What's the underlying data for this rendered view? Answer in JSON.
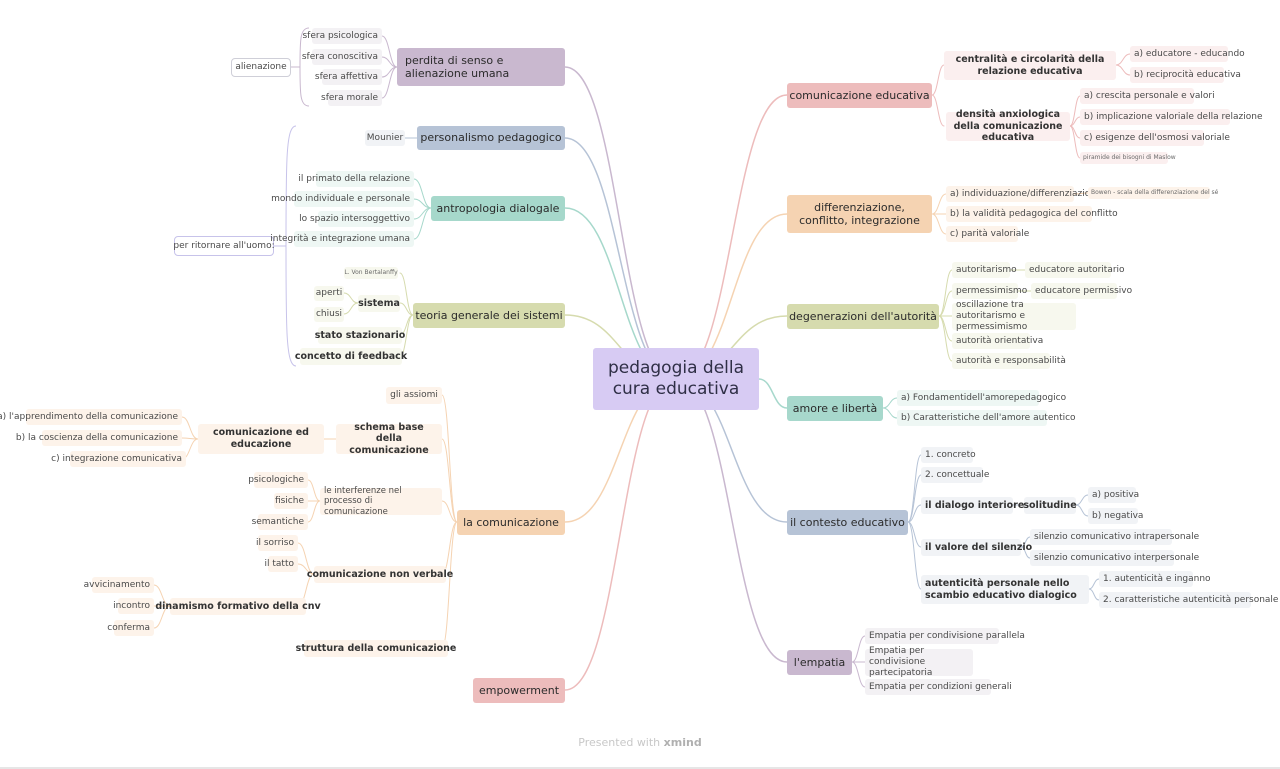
{
  "root": {
    "label": "pedagogia della\ncura educativa"
  },
  "colors": {
    "purple": "#c9b8cf",
    "slate": "#b6c3d6",
    "teal": "#a6d8cb",
    "olive": "#d6dbae",
    "orange": "#f5d3b2",
    "rose": "#edbcbc",
    "mint": "#a7d8cc"
  },
  "left": {
    "perdita": {
      "label": "perdita di senso e alienazione umana",
      "items": [
        "sfera psicologica",
        "sfera conoscitiva",
        "sfera affettiva",
        "sfera morale"
      ],
      "callout": "alienazione"
    },
    "personalismo": {
      "label": "personalismo pedagogico",
      "items": [
        "Mounier"
      ]
    },
    "callout_uomo": "per ritornare all'uomo:",
    "antropologia": {
      "label": "antropologia dialogale",
      "items": [
        "il primato della relazione",
        "mondo individuale e personale",
        "lo spazio intersoggettivo",
        "integrità e integrazione umana"
      ]
    },
    "teoria": {
      "label": "teoria generale dei sistemi",
      "items": [
        {
          "label": "L. Von Bertalanffy"
        },
        {
          "label": "sistema",
          "children": [
            "aperti",
            "chiusi"
          ]
        },
        {
          "label": "stato stazionario"
        },
        {
          "label": "concetto di feedback"
        }
      ]
    },
    "comunicazione": {
      "label": "la comunicazione",
      "assiomi": "gli assiomi",
      "schema": {
        "label": "schema base della comunicazione",
        "child": "comunicazione ed educazione",
        "grandchildren": [
          "a) l'apprendimento della comunicazione",
          "b) la coscienza della comunicazione",
          "c) integrazione comunicativa"
        ]
      },
      "interferenze": {
        "label": "le interferenze nel processo di comunicazione",
        "items": [
          "psicologiche",
          "fisiche",
          "semantiche"
        ]
      },
      "cnv": {
        "label": "comunicazione non verbale",
        "items": [
          "il sorriso",
          "il tatto"
        ],
        "dinamismo": {
          "label": "dinamismo formativo della cnv",
          "items": [
            "avvicinamento",
            "incontro",
            "conferma"
          ]
        }
      },
      "struttura": "struttura della comunicazione"
    },
    "empowerment": {
      "label": "empowerment"
    }
  },
  "right": {
    "comunicazione_educativa": {
      "label": "comunicazione educativa",
      "centralita": {
        "label": "centralità e circolarità della relazione educativa",
        "items": [
          "a) educatore - educando",
          "b) reciprocità educativa"
        ]
      },
      "densita": {
        "label": "densità anxiologica della comunicazione educativa",
        "items": [
          "a) crescita personale e valori",
          "b) implicazione valoriale della relazione",
          "c) esigenze dell'osmosi valoriale",
          "piramide dei bisogni di Maslow"
        ]
      }
    },
    "differenziazione": {
      "label": "differenziazione, conflitto, integrazione",
      "items": [
        "a) individuazione/differenziazione",
        "b) la validità pedagogica del conflitto",
        "c) parità valoriale"
      ],
      "bowen": "Bowen - scala della differenziazione del sé"
    },
    "degenerazioni": {
      "label": "degenerazioni dell'autorità",
      "items": [
        "autoritarismo",
        "permessimismo",
        "oscillazione tra autoritarismo e permessimismo",
        "autorità orientativa",
        "autorità e responsabilità"
      ],
      "educatore_autoritario": "educatore autoritario",
      "educatore_permissivo": "educatore permissivo"
    },
    "amore": {
      "label": "amore e libertà",
      "items": [
        "a) Fondamentidell'amorepedagogico",
        "b) Caratteristiche dell'amore autentico"
      ]
    },
    "contesto": {
      "label": "il contesto educativo",
      "items": [
        "1. concreto",
        "2. concettuale"
      ],
      "dialogo": {
        "label": "il dialogo interiore",
        "solitudine": "solitudine",
        "items": [
          "a) positiva",
          "b) negativa"
        ]
      },
      "silenzio": {
        "label": "il valore del silenzio",
        "items": [
          "silenzio comunicativo intrapersonale",
          "silenzio comunicativo interpersonale"
        ]
      },
      "autenticita": {
        "label": "autenticità personale nello scambio educativo dialogico",
        "items": [
          "1. autenticità e inganno",
          "2. caratteristiche autenticità personale"
        ]
      }
    },
    "empatia": {
      "label": "l'empatia",
      "items": [
        "Empatia per condivisione parallela",
        "Empatia per condivisione partecipatoria",
        "Empatia per condizioni generali"
      ]
    }
  },
  "footer": {
    "prefix": "Presented with",
    "brand": "xmind"
  }
}
